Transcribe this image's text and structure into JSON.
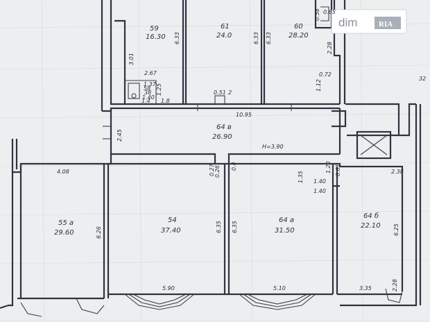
{
  "watermark": {
    "text": "dim",
    "badge": "RIA"
  },
  "rooms": [
    {
      "id": "59",
      "number": "59",
      "area": "16.30"
    },
    {
      "id": "61",
      "number": "61",
      "area": "24.0"
    },
    {
      "id": "60",
      "number": "60",
      "area": "28.20"
    },
    {
      "id": "64v",
      "number": "64 в",
      "area": "26.90"
    },
    {
      "id": "55a",
      "number": "55 а",
      "area": "29.60"
    },
    {
      "id": "54",
      "number": "54",
      "area": "37.40"
    },
    {
      "id": "64a",
      "number": "64 а",
      "area": "31.50"
    },
    {
      "id": "64b",
      "number": "64 б",
      "area": "22.10"
    },
    {
      "id": "wc",
      "number": "58",
      "area": ""
    }
  ],
  "dimensions": {
    "corridor_length": "10.95",
    "ceiling_height": "H=3.90",
    "room55a_width": "4.08",
    "room55a_height": "6.26",
    "room54_width": "5.90",
    "room54_height": "6.35",
    "room64a_height": "6.35",
    "room64a_width": "5.10",
    "room64b_height": "6.25",
    "room64b_width": "3.35",
    "room64b_top": "2.38",
    "room64b_bottom_side": "2.28",
    "room59_height": "3.01",
    "room59_side": "6.33",
    "room59_width": "2.67",
    "room61_height": "6.33",
    "room61_door": "0.51",
    "room61_door_b": "2",
    "room60_height": "6.33",
    "room60_top": "0.65",
    "room60_side_a": "0.58",
    "room60_side_b": "2.28",
    "room60_side_c": "1.12",
    "room60_side_d": "0.72",
    "corridor_left": "2.45",
    "corridor_niche_a": "1.4",
    "corridor_niche_b": "1.8",
    "wc_width": "1.37",
    "wc_area": "38",
    "wc_side": "1.25",
    "wc_bottom": "1.40",
    "post_a": "0.27",
    "post_b": "0.4",
    "post_c": "0.26",
    "passage_a": "1.35",
    "passage_b": "1.20",
    "passage_c": "0.61",
    "passage_d": "1.40",
    "passage_e": "1.40",
    "right_edge_label": "32"
  }
}
